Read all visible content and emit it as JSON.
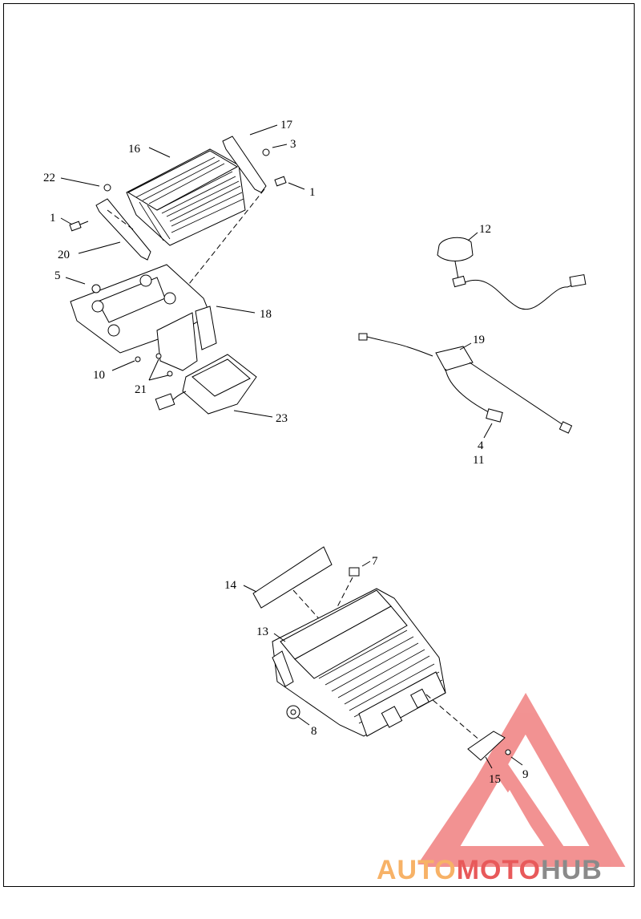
{
  "callouts": {
    "c1a": "1",
    "c1b": "1",
    "c3": "3",
    "c4": "4",
    "c5": "5",
    "c7": "7",
    "c8": "8",
    "c9": "9",
    "c10": "10",
    "c11": "11",
    "c12": "12",
    "c13": "13",
    "c14": "14",
    "c15": "15",
    "c16": "16",
    "c17": "17",
    "c18": "18",
    "c19": "19",
    "c20": "20",
    "c21": "21",
    "c22": "22",
    "c23": "23"
  },
  "watermark": {
    "part1": "AUTO",
    "part2": "MOTO",
    "part3": "HUB",
    "colors": {
      "triangle": "#f08080",
      "orange": "#f7b267",
      "red": "#e8595a",
      "gray": "#8a8a8a"
    }
  }
}
